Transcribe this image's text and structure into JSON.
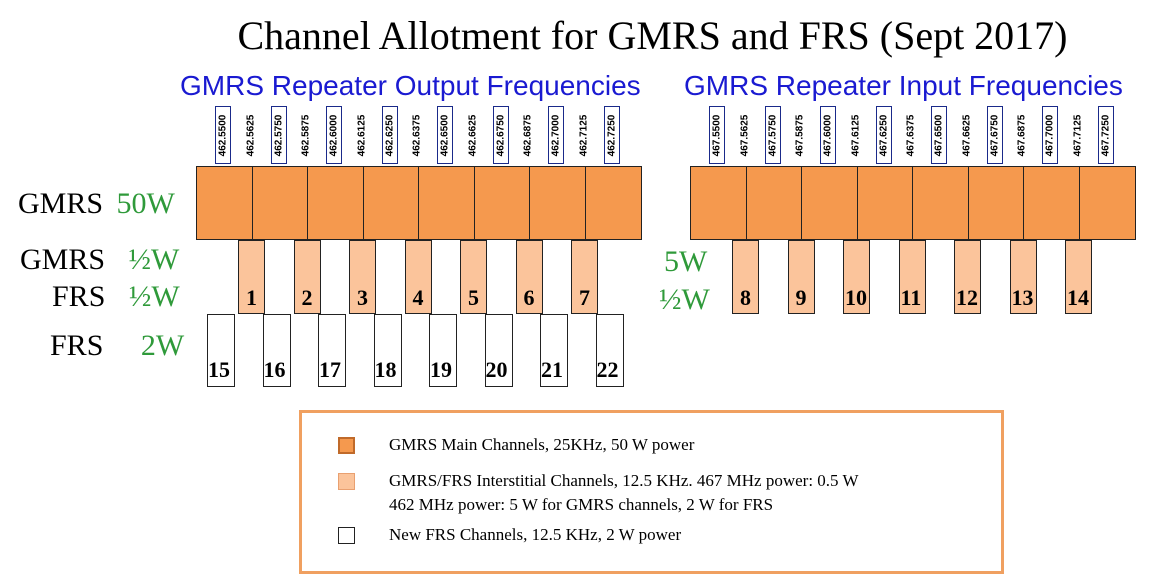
{
  "title": "Channel Allotment for GMRS and FRS (Sept 2017)",
  "sections": {
    "output": "GMRS Repeater Output Frequencies",
    "input": "GMRS Repeater Input Frequencies"
  },
  "row_labels": {
    "gmrs_50w": {
      "service": "GMRS",
      "power": "50W"
    },
    "gmrs_half": {
      "service": "GMRS",
      "power": "½W"
    },
    "frs_half": {
      "service": "FRS",
      "power": "½W"
    },
    "frs_2w": {
      "service": "FRS",
      "power": "2W"
    },
    "right_5w": "5W",
    "right_half": "½W"
  },
  "output_freqs": [
    "462.5500",
    "462.5625",
    "462.5750",
    "462.5875",
    "462.6000",
    "462.6125",
    "462.6250",
    "462.6375",
    "462.6500",
    "462.6625",
    "462.6750",
    "462.6875",
    "462.7000",
    "462.7125",
    "462.7250"
  ],
  "input_freqs": [
    "467.5500",
    "467.5625",
    "467.5750",
    "467.5875",
    "467.6000",
    "467.6125",
    "467.6250",
    "467.6375",
    "467.6500",
    "467.6625",
    "467.6750",
    "467.6875",
    "467.7000",
    "467.7125",
    "467.7250"
  ],
  "boxed_freq_indices": [
    0,
    2,
    4,
    6,
    8,
    10,
    12,
    14
  ],
  "interstitial_channels_output": [
    "1",
    "2",
    "3",
    "4",
    "5",
    "6",
    "7"
  ],
  "interstitial_channels_input": [
    "8",
    "9",
    "10",
    "11",
    "12",
    "13",
    "14"
  ],
  "frs_channels": [
    "15",
    "16",
    "17",
    "18",
    "19",
    "20",
    "21",
    "22"
  ],
  "legend": [
    {
      "swatch": "main",
      "lines": [
        "GMRS Main Channels, 25KHz, 50 W power"
      ]
    },
    {
      "swatch": "interstitial",
      "lines": [
        "GMRS/FRS Interstitial Channels, 12.5 KHz. 467 MHz power: 0.5 W",
        "462 MHz power: 5 W for GMRS channels, 2 W for FRS"
      ]
    },
    {
      "swatch": "frs",
      "lines": [
        "New FRS Channels, 12.5 KHz, 2 W power"
      ]
    }
  ],
  "colors": {
    "main": "#f5994e",
    "interstitial": "#fbc49b",
    "frs": "#ffffff",
    "power_text": "#2f9a3a",
    "section_text": "#1a1ad1",
    "freq_box": "#1a2a8a",
    "legend_border": "#f0a060"
  }
}
